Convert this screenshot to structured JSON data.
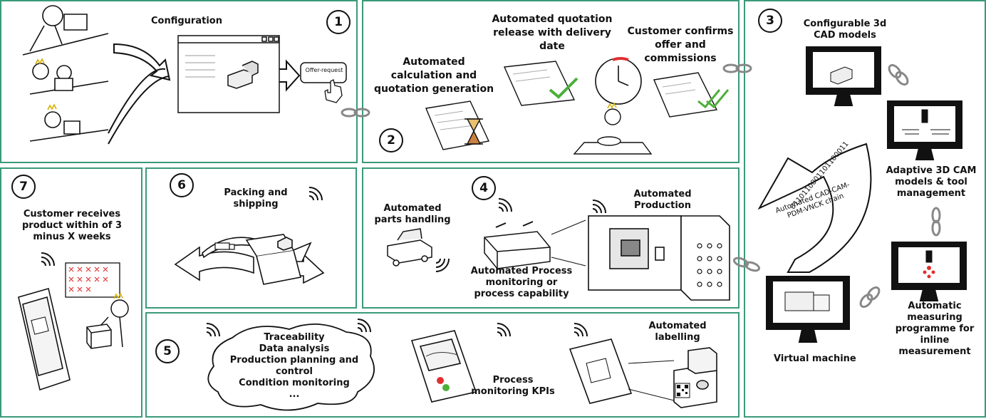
{
  "panels": [
    {
      "number": "1",
      "labels": {
        "configuration": "Configuration",
        "offer_request": "Offer-request"
      }
    },
    {
      "number": "2",
      "labels": {
        "calc": "Automated calculation and quotation generation",
        "release": "Automated quotation release with delivery date",
        "confirm": "Customer confirms offer and commissions"
      }
    },
    {
      "number": "3",
      "labels": {
        "cad": "Configurable 3d CAD models",
        "cam": "Adaptive 3D CAM models & tool management",
        "measure": "Automatic measuring programme for inline measurement",
        "virtual": "Virtual machine",
        "chain": "Automated CAD-CAM-PDM-VNCK chain",
        "binary": "0110110001101100011"
      }
    },
    {
      "number": "4",
      "labels": {
        "parts": "Automated parts handling",
        "production": "Automated Production",
        "monitoring": "Automated Process monitoring or process capability"
      }
    },
    {
      "number": "5",
      "labels": {
        "cloud": [
          "Traceability",
          "Data analysis",
          "Production planning and control",
          "Condition monitoring",
          "..."
        ],
        "kpi": "Process monitoring KPIs",
        "labelling": "Automated labelling"
      }
    },
    {
      "number": "6",
      "labels": {
        "packing": "Packing and shipping"
      }
    },
    {
      "number": "7",
      "labels": {
        "customer": "Customer receives product within of 3 minus X weeks"
      }
    }
  ],
  "colors": {
    "border": "#3a9a78",
    "check": "#4caf3a",
    "red": "#e03030",
    "ink": "#111111"
  },
  "icons": [
    "chain-link-icon",
    "wifi-icon",
    "monitor-icon",
    "hourglass-icon",
    "clock-icon",
    "checkmark-icon",
    "cursor-hand-icon",
    "qr-code-icon",
    "cloud-icon",
    "truck-icon",
    "calendar-icon"
  ]
}
